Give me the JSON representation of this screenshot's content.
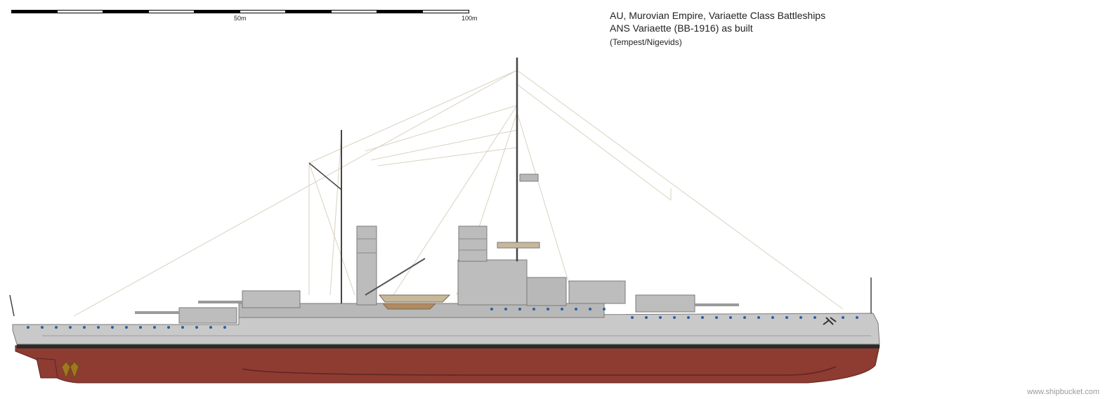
{
  "scale_bar": {
    "labels": [
      "50m",
      "100m"
    ]
  },
  "caption": {
    "line1": "AU, Murovian Empire, Variaette Class Battleships",
    "line2": "ANS Variaette (BB-1916) as built",
    "line3": "(Tempest/Nigevids)"
  },
  "watermark": "www.shipbucket.com",
  "colors": {
    "hull_grey": "#c9c9c9",
    "superstructure_grey": "#b8b8b8",
    "antifouling_red": "#8e3b32",
    "boot_topping": "#2a2a2a",
    "porthole_blue": "#2f5f9f",
    "deck_tan": "#c8b89a",
    "rigging": "#d8d2c0"
  }
}
